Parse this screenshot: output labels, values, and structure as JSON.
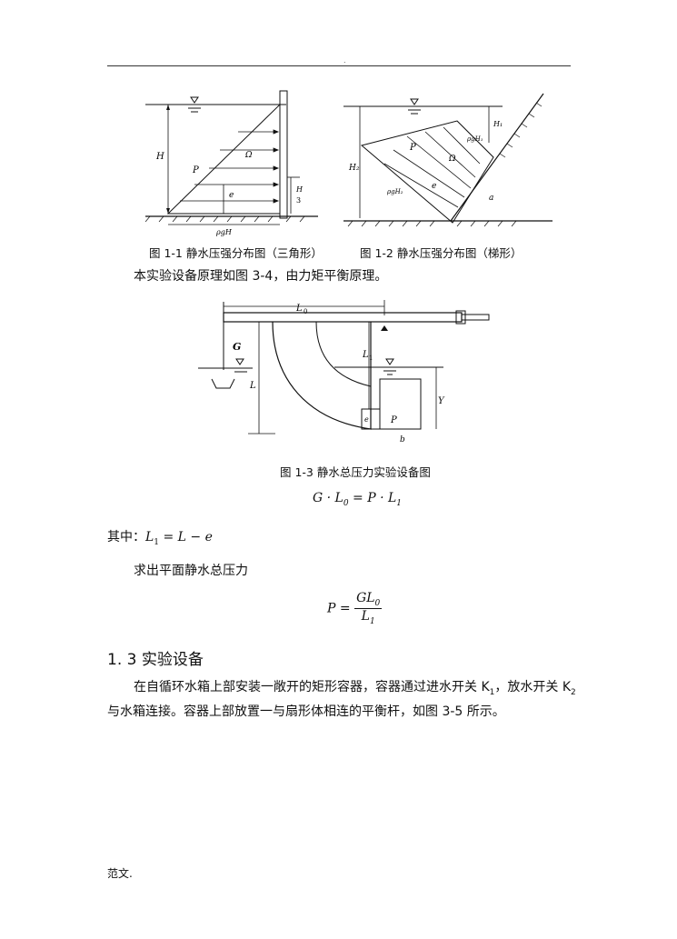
{
  "header": {
    "mark": "."
  },
  "figure1": {
    "caption": "图 1-1  静水压强分布图（三角形）",
    "labels": {
      "H": "H",
      "P": "P",
      "omega": "Ω",
      "e": "e",
      "H3_num": "H",
      "H3_den": "3",
      "base": "ρgH"
    }
  },
  "figure2": {
    "caption": "图 1-2  静水压强分布图（梯形）",
    "labels": {
      "H1": "H₁",
      "H2": "H₂",
      "P": "P",
      "omega": "Ω",
      "e": "e",
      "a": "a",
      "top": "ρgH₁",
      "bottom": "ρgH₂"
    }
  },
  "intro": "本实验设备原理如图 3-4，由力矩平衡原理。",
  "figure3": {
    "caption": "图 1-3  静水总压力实验设备图",
    "labels": {
      "L0": "L",
      "L0sub": "0",
      "G": "G",
      "L1": "L",
      "L1sub": "1",
      "L": "L",
      "Y": "Y",
      "e": "e",
      "P": "P",
      "b": "b"
    }
  },
  "eq1": {
    "lhs": "G · L",
    "lhs_sub": "0",
    "eq": " = ",
    "rhs": "P · L",
    "rhs_sub": "1"
  },
  "where": {
    "label": "其中：",
    "lhs": "L",
    "lhs_sub": "1",
    "rhs": " = L − e"
  },
  "solve": "求出平面静水总压力",
  "eq2": {
    "lhs": "P = ",
    "num": "GL",
    "num_sub": "0",
    "den": "L",
    "den_sub": "1"
  },
  "section": {
    "title": "1. 3 实验设备"
  },
  "paragraph": {
    "line1a": "在自循环水箱上部安装一敞开的矩形容器，容器通过进水开关 K",
    "line1_sub1": "1",
    "line1b": "，放水开关 K",
    "line1_sub2": "2",
    "line2": "与水箱连接。容器上部放置一与扇形体相连的平衡杆，如图 3-5 所示。"
  },
  "footer": "范文."
}
